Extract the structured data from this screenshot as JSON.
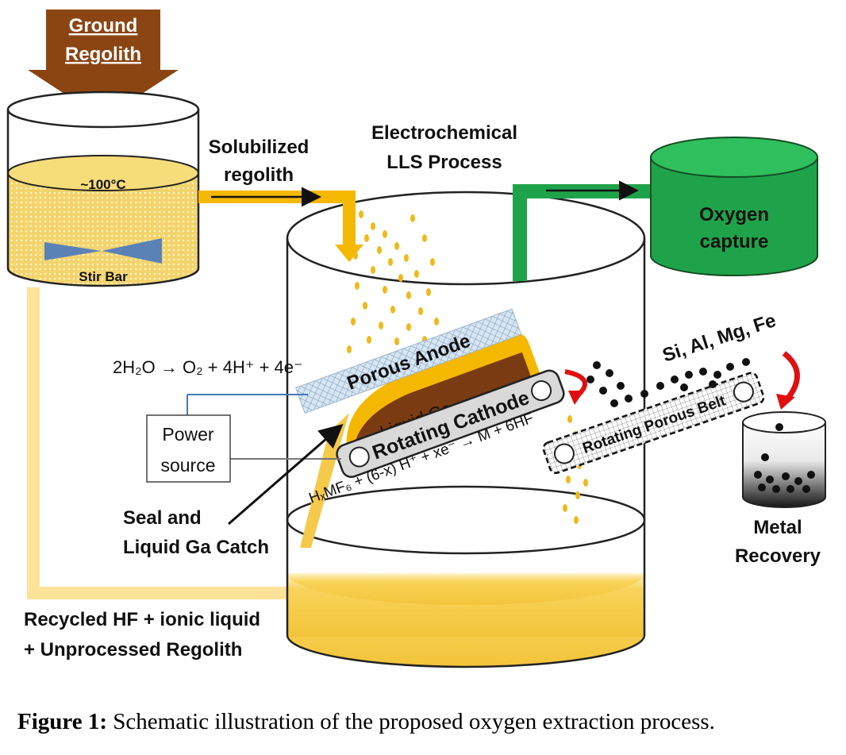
{
  "hopper": {
    "line1": "Ground",
    "line2": "Regolith"
  },
  "dissolution_tank": {
    "temperature": "~100°C",
    "stir_bar": "Stir Bar"
  },
  "labels": {
    "solubilized_1": "Solubilized",
    "solubilized_2": "regolith",
    "process_1": "Electrochemical",
    "process_2": "LLS Process",
    "oxygen_1": "Oxygen",
    "oxygen_2": "capture",
    "anode": "Porous Anode",
    "liquid_ga": "Liquid Ga",
    "cathode": "Rotating Cathode",
    "belt": "Rotating Porous Belt",
    "metals": "Si, Al, Mg, Fe",
    "power_1": "Power",
    "power_2": "source",
    "seal_1": "Seal and",
    "seal_2": "Liquid Ga Catch",
    "metal_recovery_1": "Metal",
    "metal_recovery_2": "Recovery",
    "recycled_1": "Recycled HF + ionic liquid",
    "recycled_2": "+ Unprocessed Regolith"
  },
  "equations": {
    "anode_reaction": "2H₂O → O₂ + 4H⁺ + 4e⁻",
    "cathode_reaction": "HₓMF₆ + (6-x) H⁺ + xe⁻ → M + 6HF"
  },
  "caption": {
    "label": "Figure 1:",
    "text": " Schematic illustration of the proposed oxygen extraction process."
  },
  "colors": {
    "regolith_brown": "#8b4513",
    "regolith_yellow": "#f5b800",
    "recycle_pale": "#fde39a",
    "oxygen_green": "#1fa34a",
    "liquid_ga": "#7a3b12",
    "arrow_red": "#e01010"
  }
}
